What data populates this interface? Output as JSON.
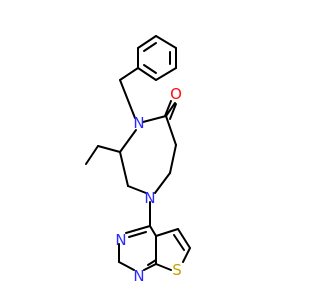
{
  "colors": {
    "background": "#ffffff",
    "bond": "#000000",
    "nitrogen": "#2a2aff",
    "oxygen": "#ff0d0d",
    "sulfur": "#c8a000"
  },
  "atoms": {
    "n_amide": "N",
    "o_carbonyl": "O",
    "n_ring": "N",
    "n_pyr_top": "N",
    "n_pyr_bottom": "N",
    "s_thiophene": "S"
  }
}
